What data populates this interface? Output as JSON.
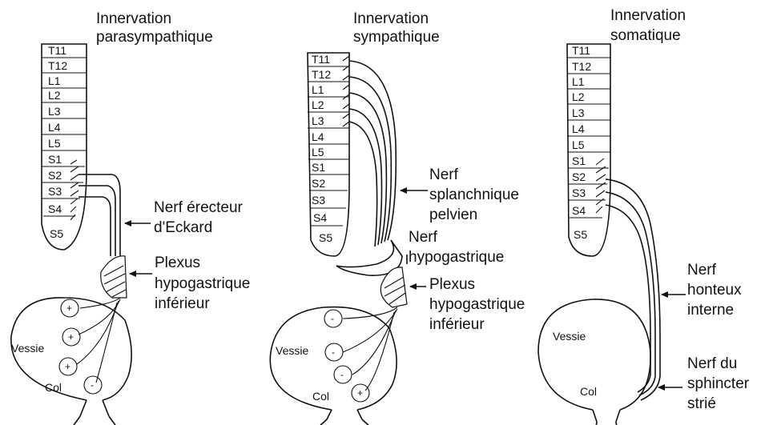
{
  "panels": [
    {
      "title_line1": "Innervation",
      "title_line2": "parasympathique",
      "segments": [
        "T11",
        "T12",
        "L1",
        "L2",
        "L3",
        "L4",
        "L5",
        "S1",
        "S2",
        "S3",
        "S4",
        "S5"
      ],
      "labels": {
        "nerve_line1": "Nerf érecteur",
        "nerve_line2": "d'Eckard",
        "plexus_line1": "Plexus",
        "plexus_line2": "hypogastrique",
        "plexus_line3": "inférieur",
        "bladder": "Vessie",
        "neck": "Col"
      },
      "signs": [
        "+",
        "+",
        "+",
        "-"
      ]
    },
    {
      "title_line1": "Innervation",
      "title_line2": "sympathique",
      "segments": [
        "T11",
        "T12",
        "L1",
        "L2",
        "L3",
        "L4",
        "L5",
        "S1",
        "S2",
        "S3",
        "S4",
        "S5"
      ],
      "labels": {
        "nerve_line1": "Nerf",
        "nerve_line2": "splanchnique",
        "nerve_line3": "pelvien",
        "hypo_line1": "Nerf",
        "hypo_line2": "hypogastrique",
        "plexus_line1": "Plexus",
        "plexus_line2": "hypogastrique",
        "plexus_line3": "inférieur",
        "bladder": "Vessie",
        "neck": "Col"
      },
      "signs": [
        "-",
        "-",
        "-",
        "+"
      ]
    },
    {
      "title_line1": "Innervation",
      "title_line2": "somatique",
      "segments": [
        "T11",
        "T12",
        "L1",
        "L2",
        "L3",
        "L4",
        "L5",
        "S1",
        "S2",
        "S3",
        "S4",
        "S5"
      ],
      "labels": {
        "nerve_line1": "Nerf",
        "nerve_line2": "honteux",
        "nerve_line3": "interne",
        "sphincter_line1": "Nerf du",
        "sphincter_line2": "sphincter",
        "sphincter_line3": "strié",
        "bladder": "Vessie",
        "neck": "Col"
      }
    }
  ]
}
